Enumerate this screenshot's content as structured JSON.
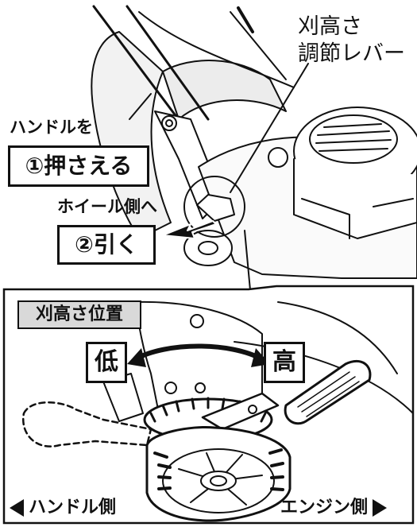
{
  "labels": {
    "lever_name_line1": "刈高さ",
    "lever_name_line2": "調節レバー",
    "handle_line": "ハンドルを",
    "step1": "①押さえる",
    "wheel_side": "ホイール側へ",
    "step2": "②引く",
    "inset_title": "刈高さ位置",
    "low": "低",
    "high": "高",
    "handle_side": "ハンドル側",
    "engine_side": "エンジン側"
  },
  "colors": {
    "line": "#111111",
    "tag_fill": "#d9d9d9",
    "background": "#ffffff"
  },
  "icons": {
    "left_pointer": "triangle-left-icon",
    "right_pointer": "triangle-right-icon"
  }
}
